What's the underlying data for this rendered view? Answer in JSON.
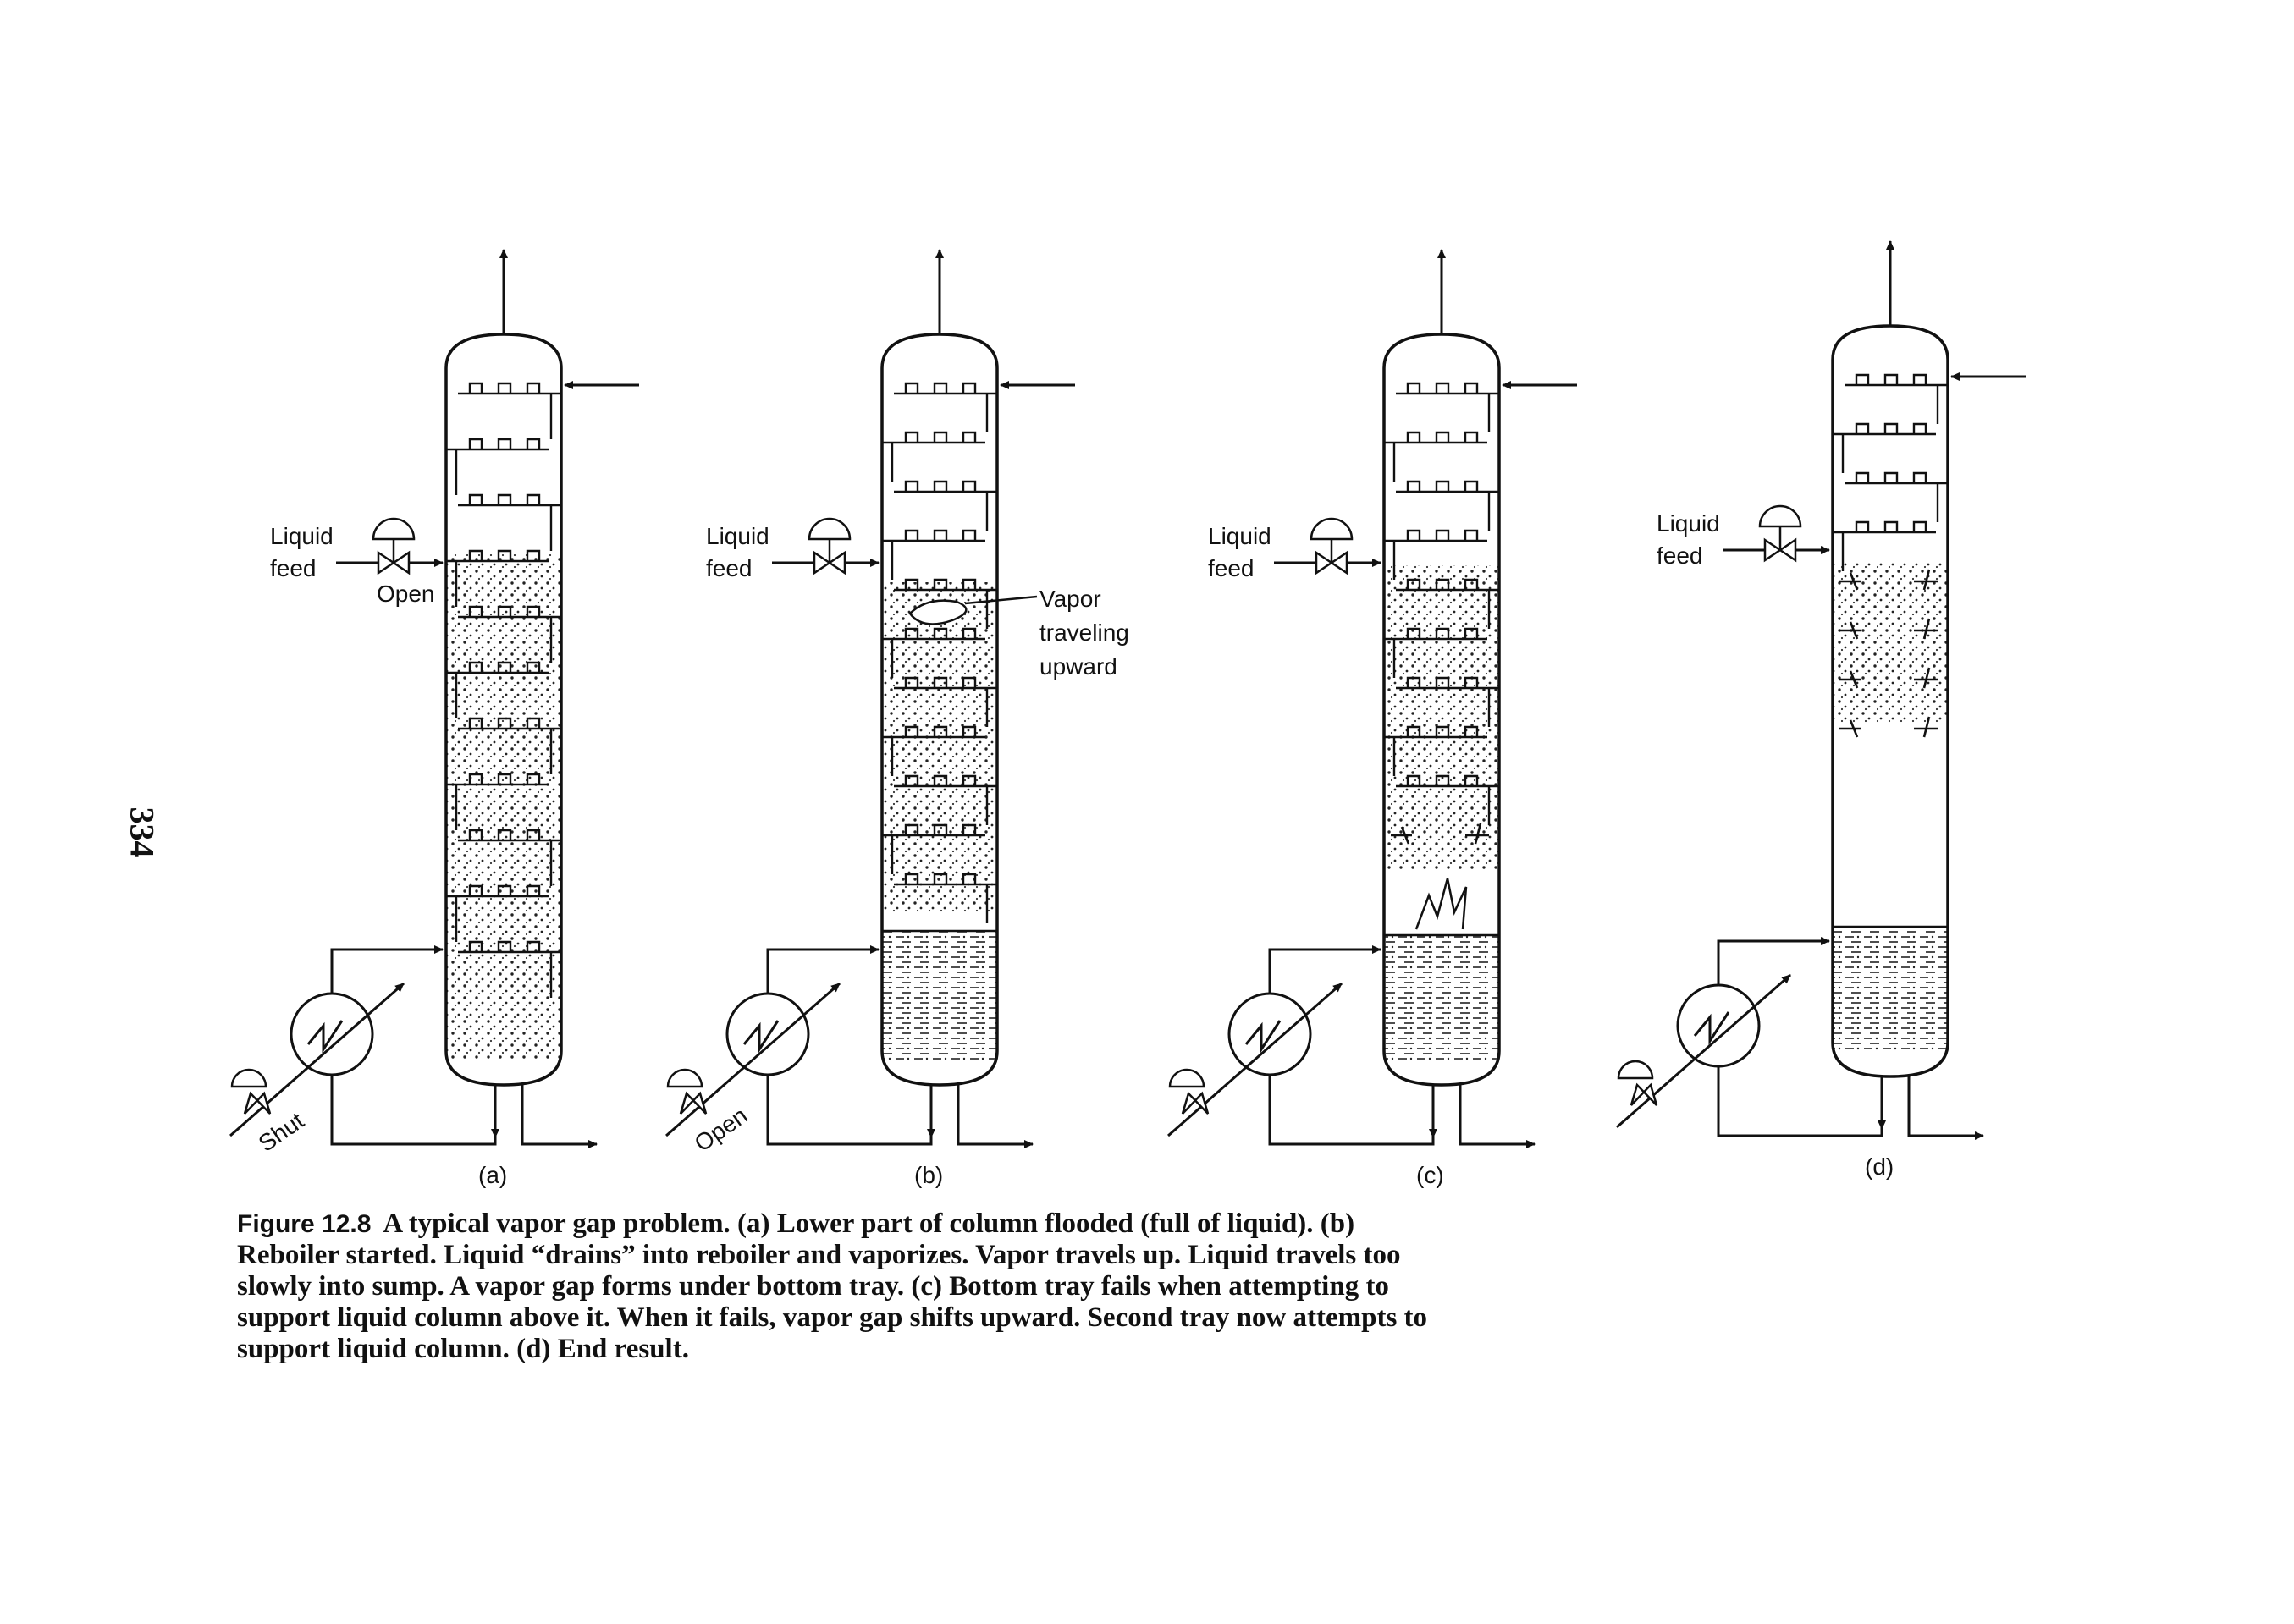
{
  "page_number": "334",
  "caption": {
    "label": "Figure 12.8",
    "text": "A typical vapor gap problem. (a) Lower part of column flooded (full of liquid). (b) Reboiler started. Liquid “drains” into reboiler and vaporizes. Vapor travels up. Liquid travels too slowly into sump. A vapor gap forms under bottom tray. (c) Bottom tray fails when attempting to support liquid column above it. When it fails, vapor gap shifts upward. Second tray now attempts to support liquid column. (d) End result."
  },
  "panels": [
    {
      "id": "a",
      "label": "(a)",
      "feed_label_1": "Liquid",
      "feed_label_2": "feed",
      "feed_valve_state": "Open",
      "steam_valve_state": "Shut"
    },
    {
      "id": "b",
      "label": "(b)",
      "feed_label_1": "Liquid",
      "feed_label_2": "feed",
      "steam_valve_state": "Open",
      "annotation": [
        "Vapor",
        "traveling",
        "upward"
      ]
    },
    {
      "id": "c",
      "label": "(c)",
      "feed_label_1": "Liquid",
      "feed_label_2": "feed"
    },
    {
      "id": "d",
      "label": "(d)",
      "feed_label_1": "Liquid",
      "feed_label_2": "feed"
    }
  ]
}
